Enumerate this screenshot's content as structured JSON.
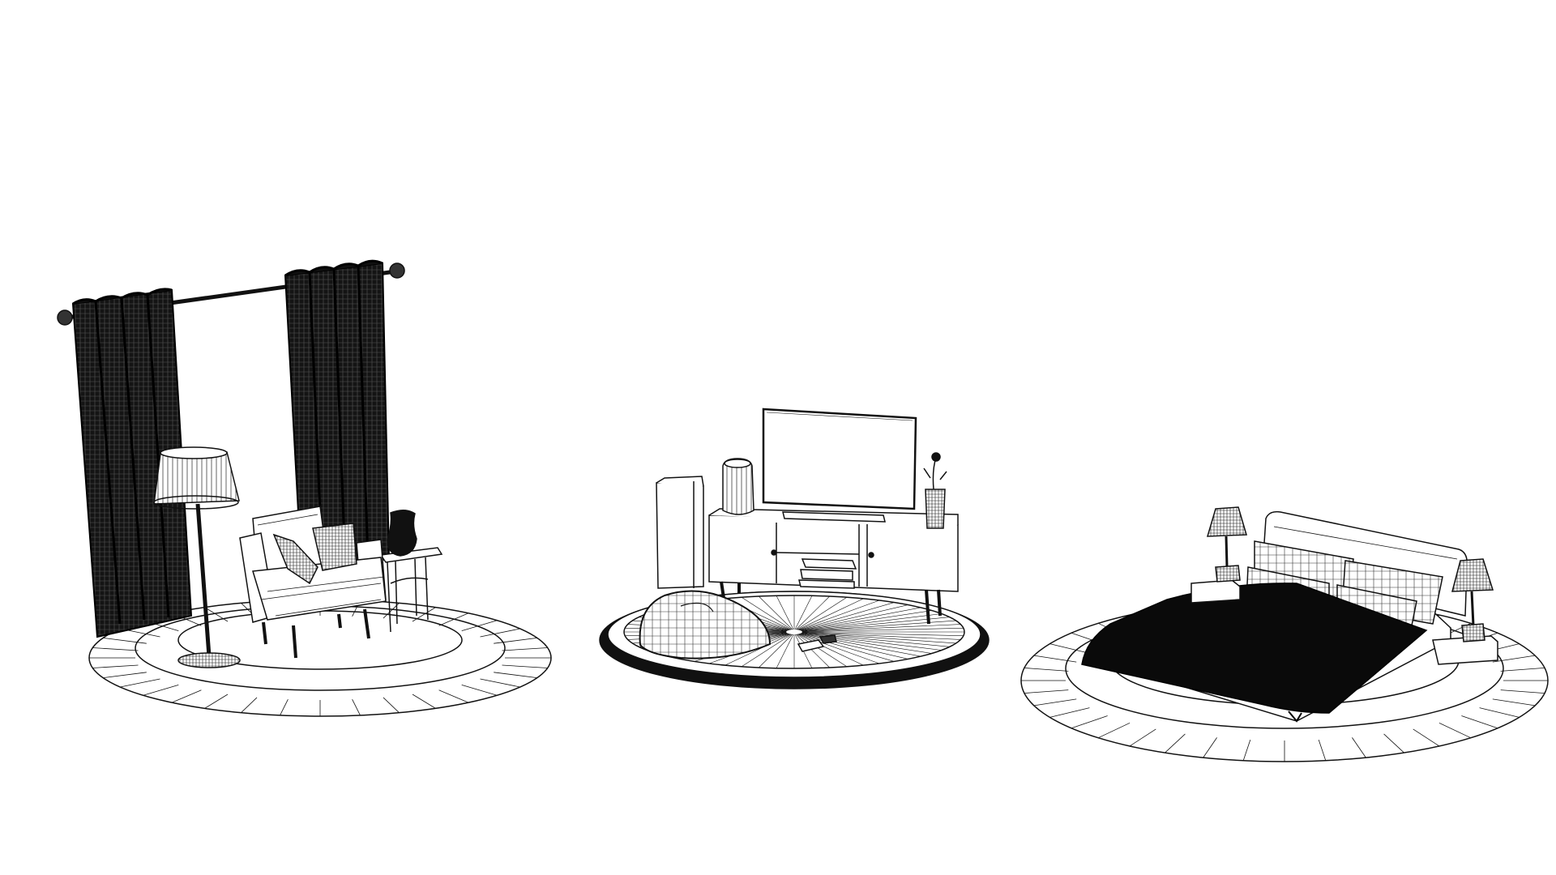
{
  "scene": {
    "background_color": "#ffffff",
    "line_color": "#111111",
    "fill_dark": "#0a0a0a",
    "fill_light": "#ffffff",
    "groups": [
      {
        "id": "reading-corner",
        "objects": [
          "round-rug",
          "curtain-rod",
          "curtain-left",
          "curtain-right",
          "floor-lamp",
          "armchair",
          "pillow-left",
          "pillow-right",
          "side-table",
          "vase"
        ]
      },
      {
        "id": "tv-area",
        "objects": [
          "round-rug",
          "tv",
          "tv-stand",
          "soundbar",
          "speaker-tower",
          "jar",
          "flower-vase",
          "book-stack",
          "bean-bag",
          "controllers"
        ]
      },
      {
        "id": "bedroom",
        "objects": [
          "round-rug",
          "bed",
          "headboard",
          "pillows",
          "blanket",
          "nightstand-left",
          "nightstand-right",
          "table-lamp-left",
          "table-lamp-right"
        ]
      }
    ]
  }
}
